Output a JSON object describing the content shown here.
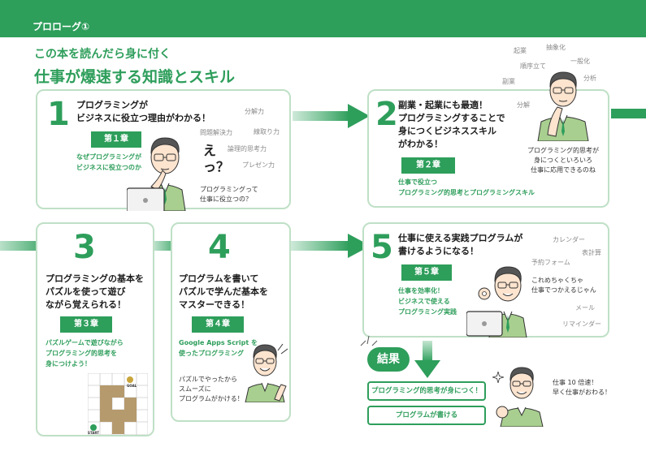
{
  "header": {
    "label": "プロローグ①"
  },
  "heading": {
    "line1": "この本を読んだら身に付く",
    "line2": "仕事が爆速する知識とスキル"
  },
  "cards": [
    {
      "number": "1",
      "title": [
        "プログラミングが",
        "ビジネスに役立つ理由がわかる！"
      ],
      "chapter": "第１章",
      "note": [
        "なぜプログラミングが",
        "ビジネスに役立つのか"
      ],
      "keywords": [
        "分解力",
        "問題解決力",
        "線取り力",
        "論理的思考力",
        "プレゼン力"
      ],
      "exclaim": "えっ？",
      "speech": [
        "プログラミングって",
        "仕事に役立つの？"
      ]
    },
    {
      "number": "2",
      "title": [
        "副業・起業にも最適！",
        "プログラミングすることで",
        "身につくビジネススキル",
        "がわかる！"
      ],
      "chapter": "第２章",
      "note": [
        "仕事で役立つ",
        "プログラミング的思考とプログラミングスキル"
      ],
      "keywords": [
        "起業",
        "抽象化",
        "順序立て",
        "一般化",
        "副業",
        "分析",
        "分解"
      ],
      "speech": [
        "プログラミング的思考が",
        "身につくといろいろ",
        "仕事に応用できるのね"
      ]
    },
    {
      "number": "3",
      "title": [
        "プログラミングの基本を",
        "パズルを使って遊び",
        "ながら覚えられる！"
      ],
      "chapter": "第３章",
      "note": [
        "パズルゲームで遊びながら",
        "プログラミング的思考を",
        "身につけよう！"
      ],
      "puzzle_goal": "GOAL",
      "puzzle_start": "START"
    },
    {
      "number": "4",
      "title": [
        "プログラムを書いて",
        "パズルで学んだ基本を",
        "マスターできる！"
      ],
      "chapter": "第４章",
      "note": [
        "Google Apps Script を",
        "使ったプログラミング"
      ],
      "speech": [
        "パズルでやったから",
        "スムーズに",
        "プログラムがかける！"
      ]
    },
    {
      "number": "5",
      "title": [
        "仕事に使える実践プログラムが",
        "書けるようになる！"
      ],
      "chapter": "第５章",
      "note": [
        "仕事を効率化！",
        "ビジネスで使える",
        "プログラミング実践"
      ],
      "keywords": [
        "カレンダー",
        "表計算",
        "予約フォーム",
        "メール",
        "リマインダー"
      ],
      "speech": [
        "これめちゃくちゃ",
        "仕事でつかえるじゃん"
      ]
    }
  ],
  "result": {
    "label": "結果",
    "items": [
      "プログラミング的思考が身につく！",
      "プログラムが書ける"
    ],
    "speech": [
      "仕事 10 倍速！",
      "早く仕事がおわる！"
    ]
  },
  "colors": {
    "accent": "#2e9e5b",
    "card_border": "#bfe0c6",
    "arrow": "#3aa866"
  }
}
